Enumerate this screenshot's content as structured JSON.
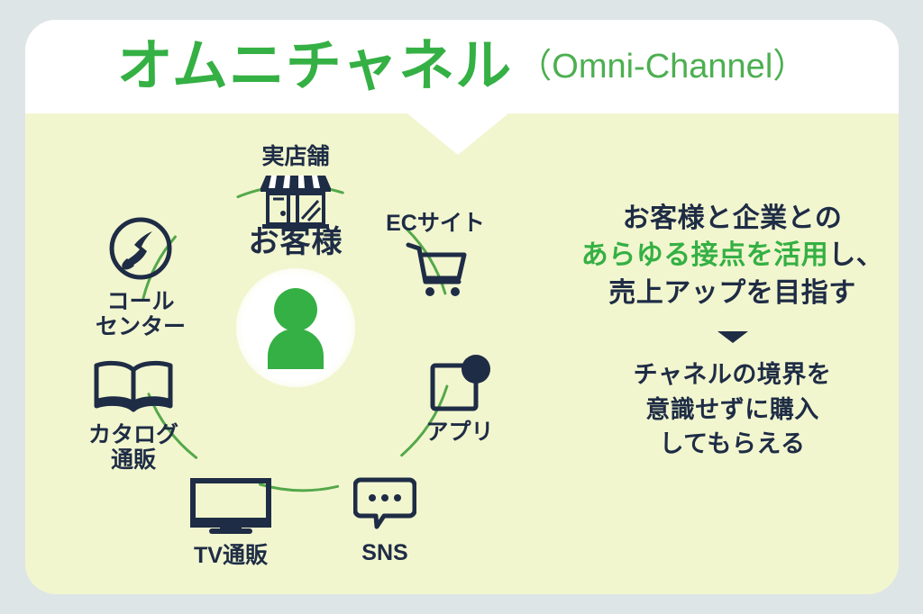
{
  "theme": {
    "page_bg": "#dee5e7",
    "card_bg": "#f2f6cf",
    "header_bg": "#ffffff",
    "green": "#35b044",
    "green_light": "#4caf50",
    "arc_green": "#55a84a",
    "navy": "#1e2c45"
  },
  "header": {
    "title_main": "オムニチャネル",
    "title_sub": "（Omni-Channel）"
  },
  "center": {
    "label": "お客様",
    "icon": "person-icon"
  },
  "channels": [
    {
      "id": "store",
      "label": "実店舗",
      "icon": "storefront-icon",
      "position": "above"
    },
    {
      "id": "ec-site",
      "label": "ECサイト",
      "icon": "shopping-cart-icon",
      "position": "above"
    },
    {
      "id": "app",
      "label": "アプリ",
      "icon": "app-window-icon",
      "position": "below"
    },
    {
      "id": "sns",
      "label": "SNS",
      "icon": "speech-bubble-icon",
      "position": "below"
    },
    {
      "id": "tv",
      "label": "TV通販",
      "icon": "television-icon",
      "position": "below"
    },
    {
      "id": "catalog",
      "label": "カタログ\n通販",
      "icon": "open-book-icon",
      "position": "below"
    },
    {
      "id": "call-center",
      "label": "コール\nセンター",
      "icon": "phone-circle-icon",
      "position": "below"
    }
  ],
  "statement": {
    "line1": "お客様と企業との",
    "line2_accent": "あらゆる接点を活用",
    "line2_tail": "し、",
    "line3": "売上アップを目指す",
    "arrow": "down-arrow-icon",
    "result_line1": "チャネルの境界を",
    "result_line2": "意識せずに購入",
    "result_line3": "してもらえる"
  }
}
